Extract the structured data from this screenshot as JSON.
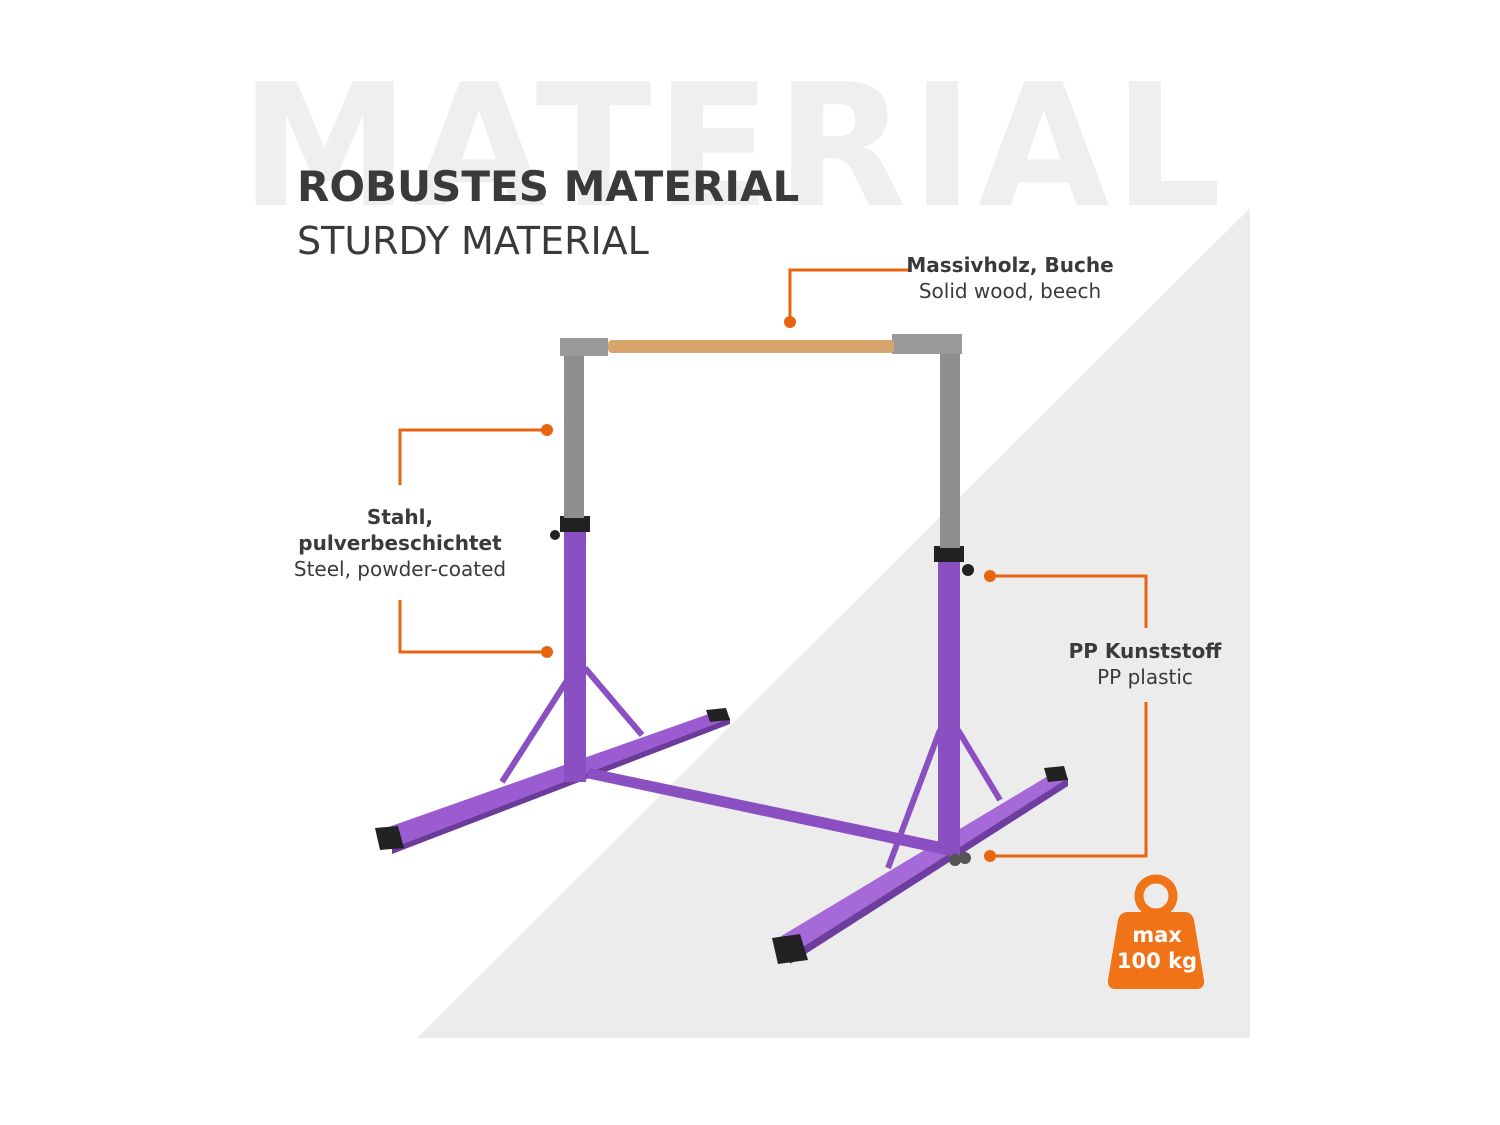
{
  "background_word": "MATERIAL",
  "title": {
    "de": "ROBUSTES MATERIAL",
    "en": "STURDY MATERIAL"
  },
  "callouts": {
    "wood": {
      "de": "Massivholz, Buche",
      "en": "Solid wood, beech"
    },
    "steel": {
      "de_line1": "Stahl,",
      "de_line2": "pulverbeschichtet",
      "en": "Steel, powder-coated"
    },
    "plastic": {
      "de": "PP Kunststoff",
      "en": "PP plastic"
    }
  },
  "weight_badge": {
    "line1": "max",
    "line2": "100 kg"
  },
  "colors": {
    "accent": "#e8640f",
    "frame_purple": "#8a4fc0",
    "frame_gray": "#8e8e8e",
    "wood": "#d9a56e",
    "text": "#3a3a3a",
    "panel": "#ececec"
  },
  "icons": [
    "weight-icon"
  ]
}
